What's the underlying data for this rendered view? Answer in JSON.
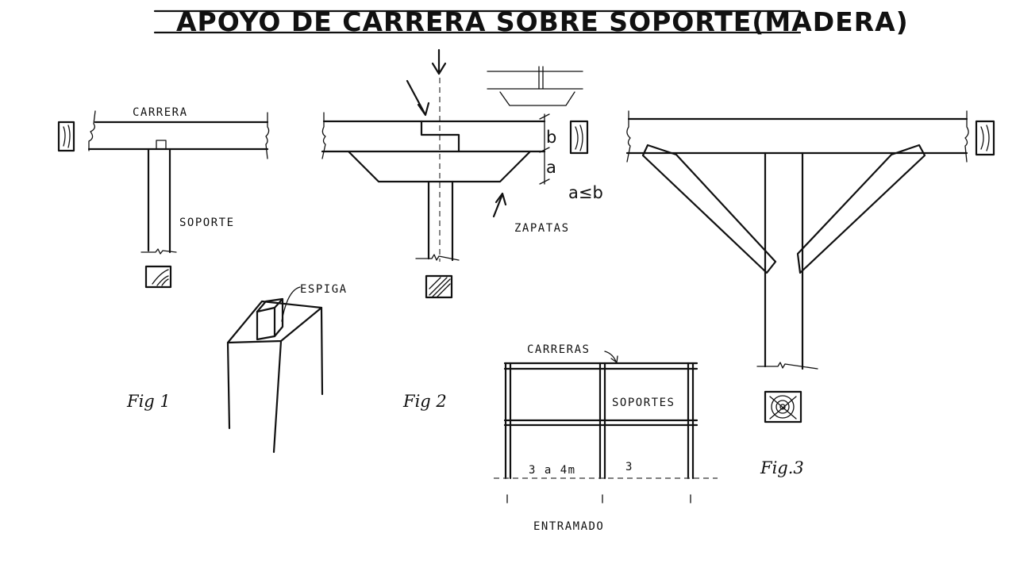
{
  "title": "APOYO DE CARRERA SOBRE SOPORTE(MADERA)",
  "fig1": {
    "label_beam": "CARRERA",
    "label_post": "SOPORTE",
    "label_tenon": "ESPIGA",
    "caption": "Fig 1"
  },
  "fig2": {
    "dim_b": "b",
    "dim_a": "a",
    "condition": "a≤b",
    "label_shoes": "ZAPATAS",
    "caption": "Fig 2"
  },
  "fig3": {
    "caption": "Fig.3"
  },
  "frame": {
    "label_beams": "CARRERAS",
    "label_posts": "SOPORTES",
    "span_1": "3 a 4m",
    "span_2": "3",
    "label_frame": "ENTRAMADO"
  },
  "colors": {
    "ink": "#111111",
    "paper": "#ffffff"
  }
}
